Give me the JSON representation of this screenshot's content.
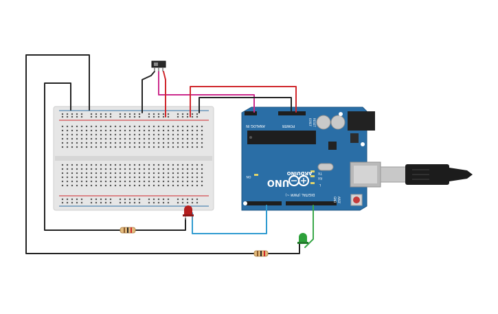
{
  "arduino": {
    "board_name": "UNO",
    "brand": "ARDUINO",
    "header_digital": "DIGITAL (PWM ~)",
    "header_analog": "ANALOG IN",
    "header_power": "POWER",
    "label_on": "ON",
    "label_tx": "TX",
    "label_rx": "RX",
    "label_l": "L",
    "label_aref": "AREF",
    "label_gnd": "GND",
    "label_ioref": "IOREF",
    "label_reset": "RESET"
  },
  "colors": {
    "board": "#2a6ea6",
    "breadboard": "#e6e6e6",
    "rail_red": "#d0262b",
    "rail_blue": "#2a6ea6",
    "wire_red": "#d0262b",
    "wire_black": "#222222",
    "wire_magenta": "#cc2a8c",
    "wire_blue": "#2e9ad0",
    "wire_green": "#3aa84a",
    "led_red": "#b51f1f",
    "led_green": "#2da03a",
    "resistor": "#e3bb7c"
  },
  "components": [
    "breadboard",
    "arduino-uno",
    "slide-switch",
    "red-led",
    "green-led",
    "resistor-1",
    "resistor-2",
    "usb-cable"
  ]
}
